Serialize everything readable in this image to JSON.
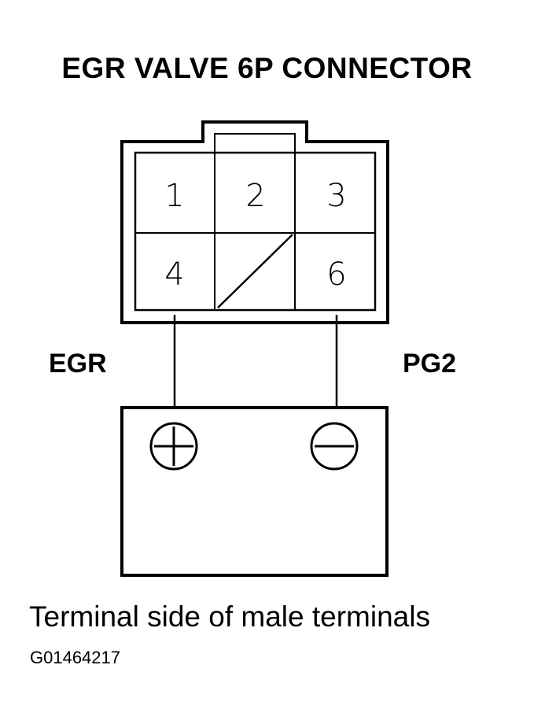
{
  "title": "EGR VALVE 6P CONNECTOR",
  "connector": {
    "pins": [
      {
        "number": "1",
        "row": 1,
        "col": 1
      },
      {
        "number": "2",
        "row": 1,
        "col": 2
      },
      {
        "number": "3",
        "row": 1,
        "col": 3
      },
      {
        "number": "4",
        "row": 2,
        "col": 1
      },
      {
        "number": "",
        "row": 2,
        "col": 2,
        "empty": true
      },
      {
        "number": "6",
        "row": 2,
        "col": 3
      }
    ]
  },
  "wires": {
    "left_label": "EGR",
    "right_label": "PG2"
  },
  "battery": {
    "positive_symbol": "+",
    "negative_symbol": "−"
  },
  "caption": "Terminal side of male terminals",
  "figure_id": "G01464217",
  "colors": {
    "line": "#000000",
    "background": "#ffffff"
  }
}
